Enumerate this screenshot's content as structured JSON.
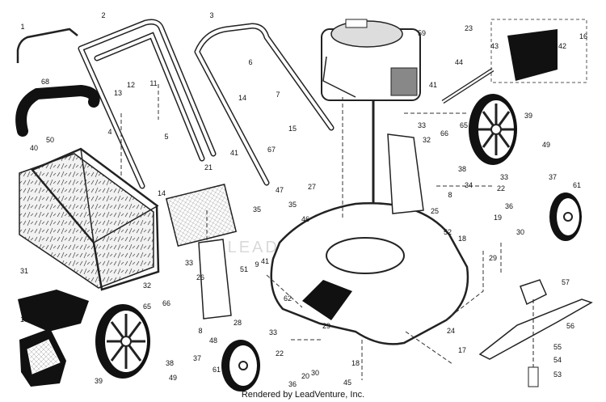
{
  "diagram": {
    "callouts": [
      "1",
      "2",
      "3",
      "4",
      "5",
      "6",
      "7",
      "8",
      "8",
      "9",
      "10",
      "11",
      "12",
      "13",
      "14",
      "14",
      "15",
      "16",
      "17",
      "18",
      "18",
      "19",
      "20",
      "21",
      "22",
      "22",
      "23",
      "24",
      "25",
      "26",
      "27",
      "28",
      "29",
      "29",
      "30",
      "30",
      "31",
      "32",
      "32",
      "33",
      "33",
      "33",
      "33",
      "34",
      "35",
      "35",
      "36",
      "36",
      "37",
      "37",
      "38",
      "38",
      "39",
      "39",
      "40",
      "41",
      "41",
      "41",
      "42",
      "43",
      "44",
      "45",
      "46",
      "47",
      "48",
      "49",
      "49",
      "50",
      "51",
      "52",
      "53",
      "54",
      "55",
      "56",
      "57",
      "59",
      "61",
      "61",
      "62",
      "65",
      "65",
      "66",
      "66",
      "67",
      "68"
    ],
    "watermark": "LEADVENTURE",
    "footer": "Rendered by LeadVenture, Inc."
  }
}
